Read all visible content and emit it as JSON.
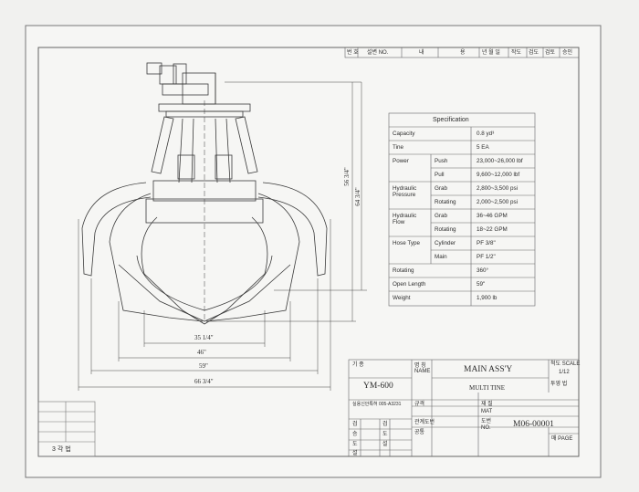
{
  "title_block": {
    "name_label": "명 칭\nNAME",
    "name_line1": "MAIN ASS'Y",
    "name_line2": "MULTI TINE",
    "scale_label": "척도 SCALE",
    "scale_value": "1/12",
    "projection_label": "투영 법",
    "model_label": "기 종",
    "model": "YM-600",
    "material_label": "재 질",
    "material_en": "MAT",
    "drawing_no_label": "도번",
    "drawing_no_en": "NO.",
    "drawing_no": "M06-00001",
    "page_label": "매 PAGE",
    "cert_line": "실용신안특허 005-A3231",
    "cells_left": [
      "검",
      "승",
      "도",
      "설"
    ],
    "cells_right": [
      "검",
      "도",
      "설"
    ],
    "roles": [
      "규격",
      "관계도번",
      "공통"
    ],
    "angle": "3 각 법"
  },
  "revision_header": [
    "번 호",
    "설변 NO.",
    "내",
    "용",
    "년 월 일",
    "작도",
    "검도",
    "검토",
    "승인"
  ],
  "spec_table": {
    "title": "Specification",
    "rows": [
      {
        "label": "Capacity",
        "value": "0.8 yd³"
      },
      {
        "label": "Tine",
        "value": "5 EA"
      },
      {
        "label": "Power",
        "sub": "Push",
        "value": "23,000~26,000 lbf"
      },
      {
        "label": "",
        "sub": "Pull",
        "value": "9,600~12,000 lbf"
      },
      {
        "label": "Hydraulic Pressure",
        "sub": "Grab",
        "value": "2,800~3,500 psi"
      },
      {
        "label": "",
        "sub": "Rotating",
        "value": "2,000~2,500 psi"
      },
      {
        "label": "Hydraulic Flow",
        "sub": "Grab",
        "value": "36~46 GPM"
      },
      {
        "label": "",
        "sub": "Rotating",
        "value": "18~22 GPM"
      },
      {
        "label": "Hose Type",
        "sub": "Cylinder",
        "value": "PF 3/8\""
      },
      {
        "label": "",
        "sub": "Main",
        "value": "PF 1/2\""
      },
      {
        "label": "Rotating",
        "value": "360°"
      },
      {
        "label": "Open Length",
        "value": "59\""
      },
      {
        "label": "Weight",
        "value": "1,900 lb"
      }
    ]
  },
  "dimensions": {
    "height_inner": "56 3/4\"",
    "height_outer": "64 3/4\"",
    "w1": "35 1/4\"",
    "w2": "46\"",
    "w3": "59\"",
    "w4": "66 3/4\""
  }
}
